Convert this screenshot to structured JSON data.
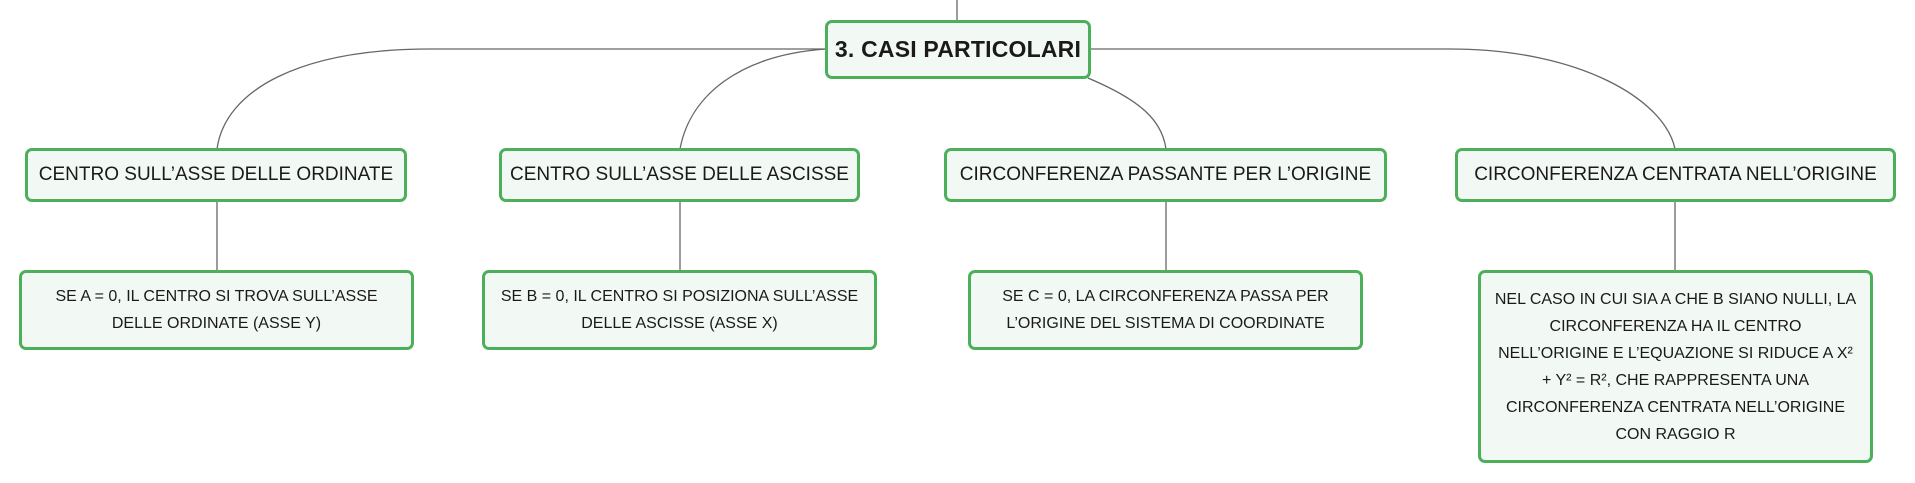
{
  "root": {
    "label": "3. CASI PARTICOLARI"
  },
  "topics": [
    {
      "label": "CENTRO SULL’ASSE DELLE ORDINATE",
      "detail": "SE A = 0, IL CENTRO SI TROVA SULL’ASSE DELLE ORDINATE (ASSE Y)"
    },
    {
      "label": "CENTRO SULL’ASSE DELLE ASCISSE",
      "detail": "SE B = 0, IL CENTRO SI POSIZIONA SULL’ASSE DELLE ASCISSE (ASSE X)"
    },
    {
      "label": "CIRCONFERENZA PASSANTE PER L’ORIGINE",
      "detail": "SE C = 0, LA CIRCONFERENZA PASSA PER L’ORIGINE DEL SISTEMA DI COORDINATE"
    },
    {
      "label": "CIRCONFERENZA CENTRATA NELL’ORIGINE",
      "detail": "NEL CASO IN CUI SIA A CHE B SIANO NULLI, LA CIRCONFERENZA HA IL CENTRO NELL’ORIGINE E L’EQUAZIONE SI RIDUCE A X² + Y² = R², CHE RAPPRESENTA UNA CIRCONFERENZA CENTRATA NELL’ORIGINE CON RAGGIO R"
    }
  ],
  "colors": {
    "border": "#4caf5a",
    "fill": "#f2f8f3",
    "connector": "#666666"
  }
}
